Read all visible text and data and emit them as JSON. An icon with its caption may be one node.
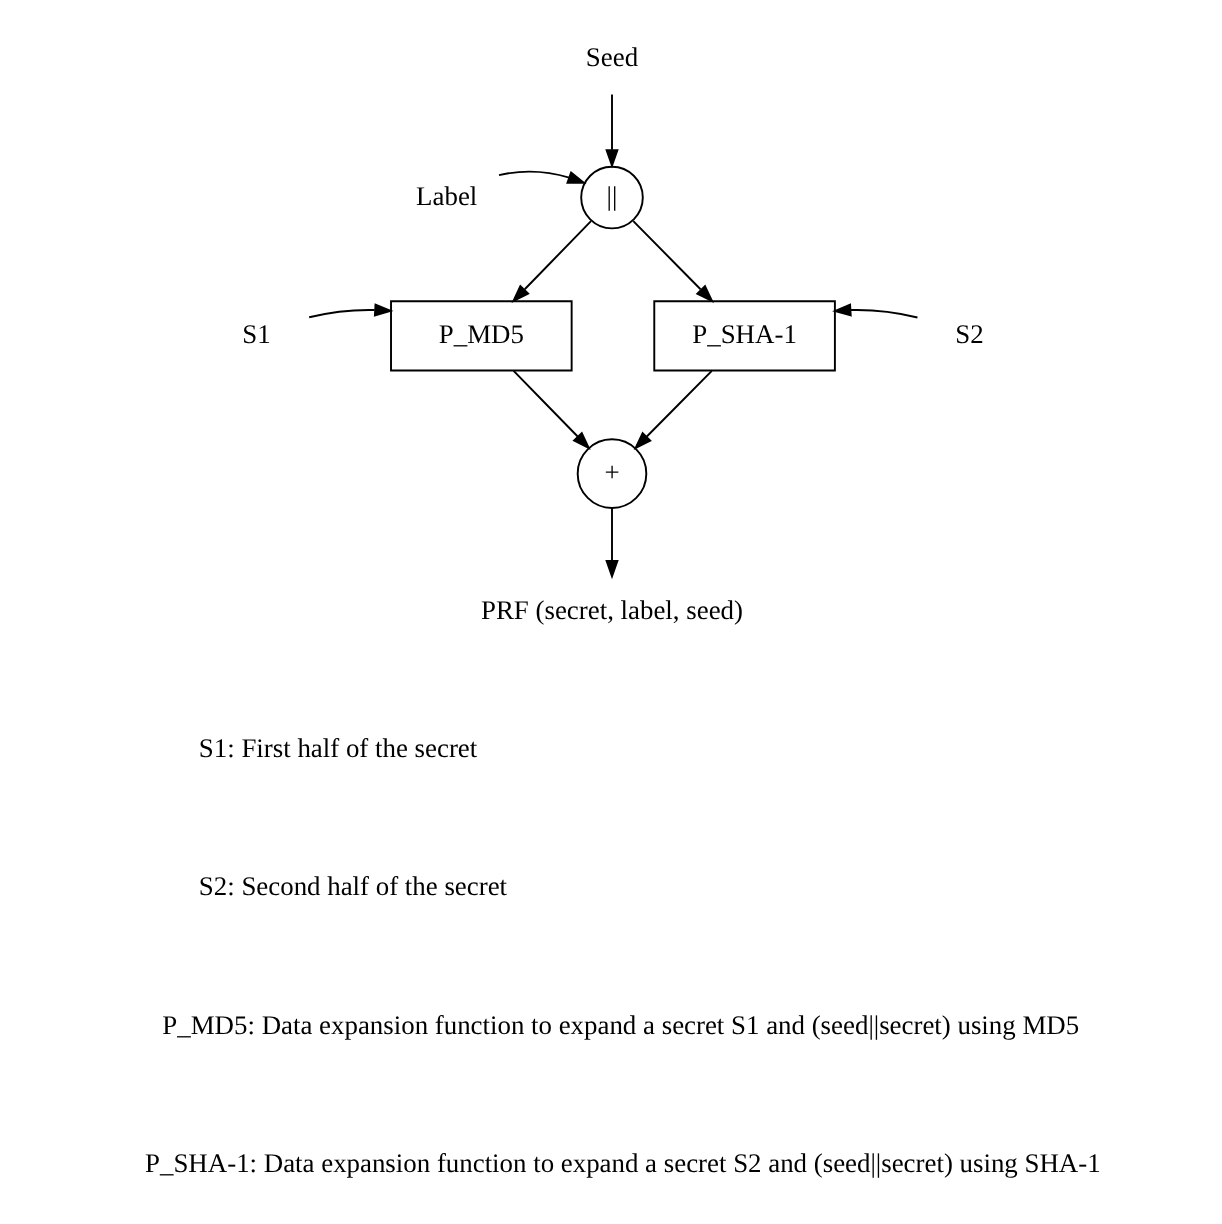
{
  "diagram": {
    "nodes": [
      {
        "text": [
          "Seed"
        ]
      },
      {
        "text": [
          "Label"
        ]
      },
      {
        "text": [
          "||"
        ]
      },
      {
        "text": [
          "S1"
        ]
      },
      {
        "text": [
          "P_MD5"
        ]
      },
      {
        "text": [
          "P_SHA-1"
        ]
      },
      {
        "text": [
          "S2"
        ]
      },
      {
        "text": [
          "+"
        ]
      },
      {
        "text": [
          "PRF (secret, label, seed)"
        ]
      }
    ],
    "edges": [
      {
        "from": 0,
        "to": 2,
        "arrow": "to"
      },
      {
        "from": 1,
        "to": 2,
        "arrow": "to"
      },
      {
        "from": 2,
        "to": 4,
        "arrow": "to"
      },
      {
        "from": 2,
        "to": 5,
        "arrow": "to"
      },
      {
        "from": 3,
        "to": 4,
        "arrow": "to"
      },
      {
        "from": 6,
        "to": 5,
        "arrow": "to"
      },
      {
        "from": 4,
        "to": 7,
        "arrow": "to"
      },
      {
        "from": 5,
        "to": 7,
        "arrow": "to"
      },
      {
        "from": 7,
        "to": 8,
        "arrow": "to"
      }
    ],
    "labels": [
      "S1: First half of the secret",
      "S2: Second half of the secret",
      "P_MD5: Data expansion function to expand a secret S1 and (seed||secret) using MD5",
      "P_SHA-1: Data expansion function to expand a secret S2 and (seed||secret) using SHA-1"
    ]
  }
}
